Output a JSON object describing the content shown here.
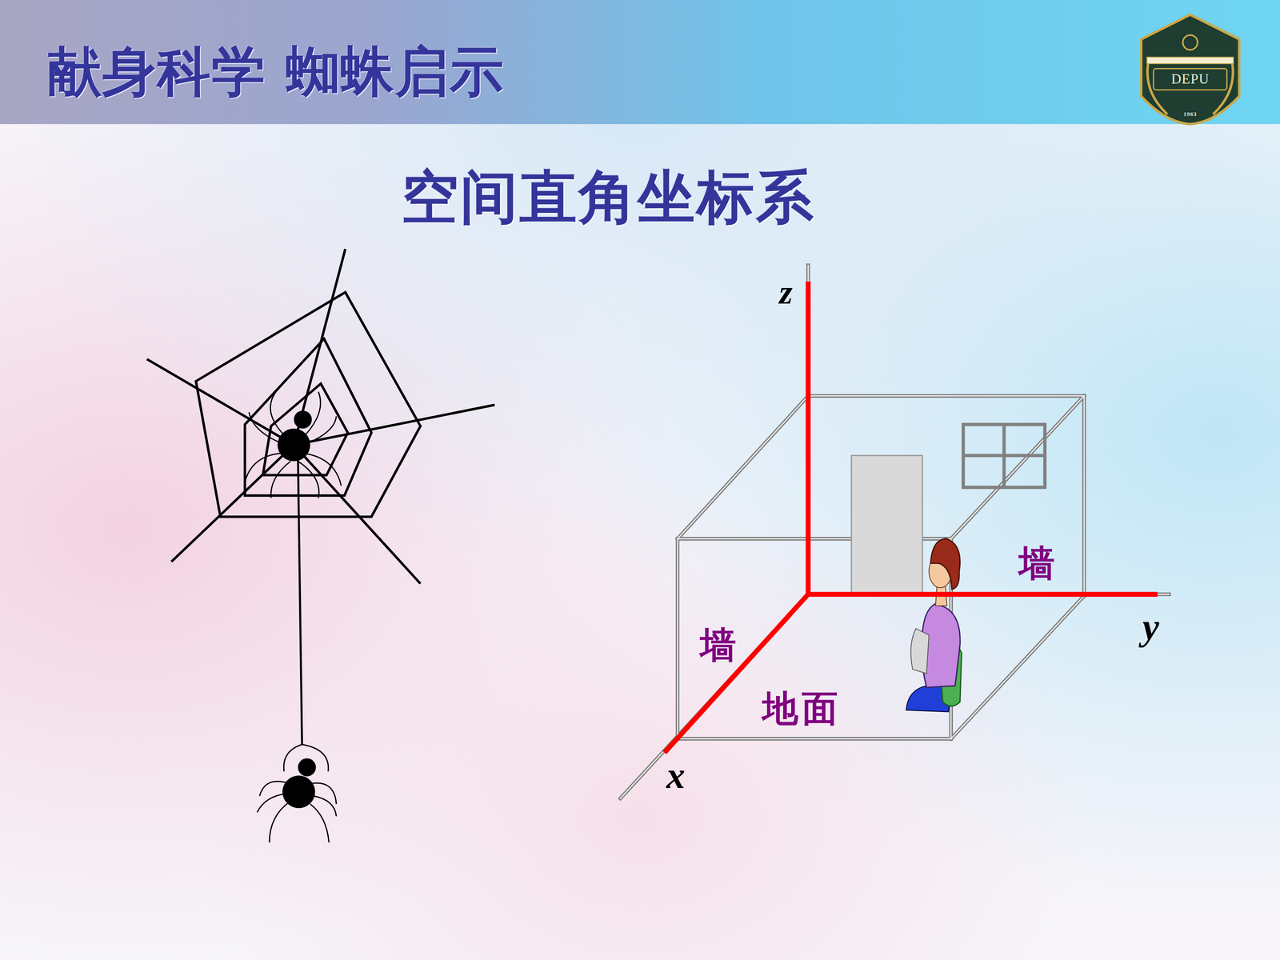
{
  "diagram": {
    "title": "献身科学 蜘蛛启示",
    "labels": [
      "空间直角坐标系",
      "z",
      "y",
      "x",
      "墙",
      "墙",
      "地面",
      "DEPU",
      "1963"
    ]
  }
}
